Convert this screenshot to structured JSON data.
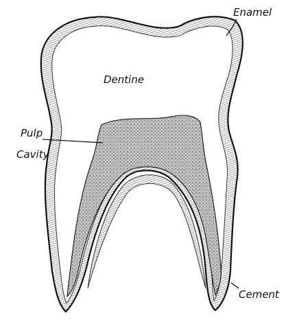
{
  "labels": {
    "enamel": "Enamel",
    "dentine": "Dentine",
    "pulp_line1": "Pulp",
    "pulp_line2": "Cavity",
    "cement": "Cement"
  },
  "colors": {
    "ink": "#111111",
    "hatch": "#555555",
    "pulp_fill": "#b4b4b4",
    "paper": "#ffffff"
  }
}
